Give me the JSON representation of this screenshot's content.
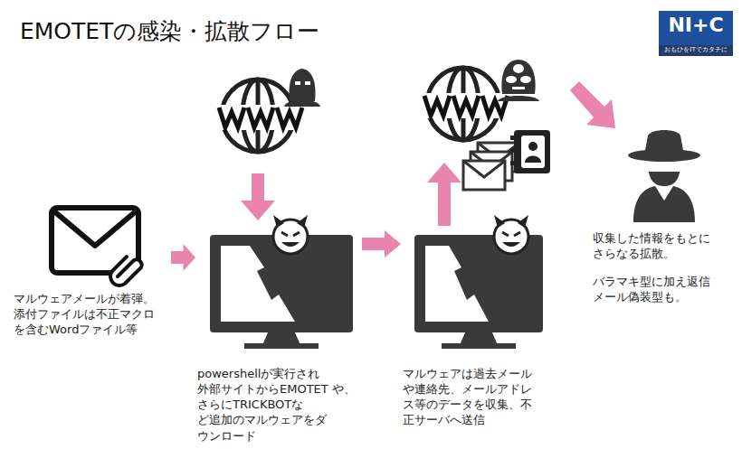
{
  "diagram": {
    "title": "EMOTETの感染・拡散フロー",
    "nodes": [
      {
        "text": [
          "マルウェアメールが着弾。 添付ファイルは不正マクロ を含むWordファイル等"
        ]
      },
      {
        "text": [
          "powershellが実行され 外部サイトからEMOTET や、さらにTRICKBOTな ど追加のマルウェアをダ ウンロード"
        ]
      },
      {
        "text": [
          "マルウェアは過去メール や連絡先、メールアドレ ス等のデータを収集、不 正サーバへ送信"
        ]
      },
      {
        "text": [
          "収集した情報をもとに さらなる拡散。",
          "バラマキ型に加え返信 メール偽装型も。"
        ]
      }
    ],
    "edges": [
      {
        "from": 0,
        "to": 1,
        "arrow": "to"
      },
      {
        "from": 1,
        "to": 2,
        "arrow": "to"
      }
    ],
    "labels": [
      "NI+C",
      "おもひをITでカタチに"
    ]
  }
}
